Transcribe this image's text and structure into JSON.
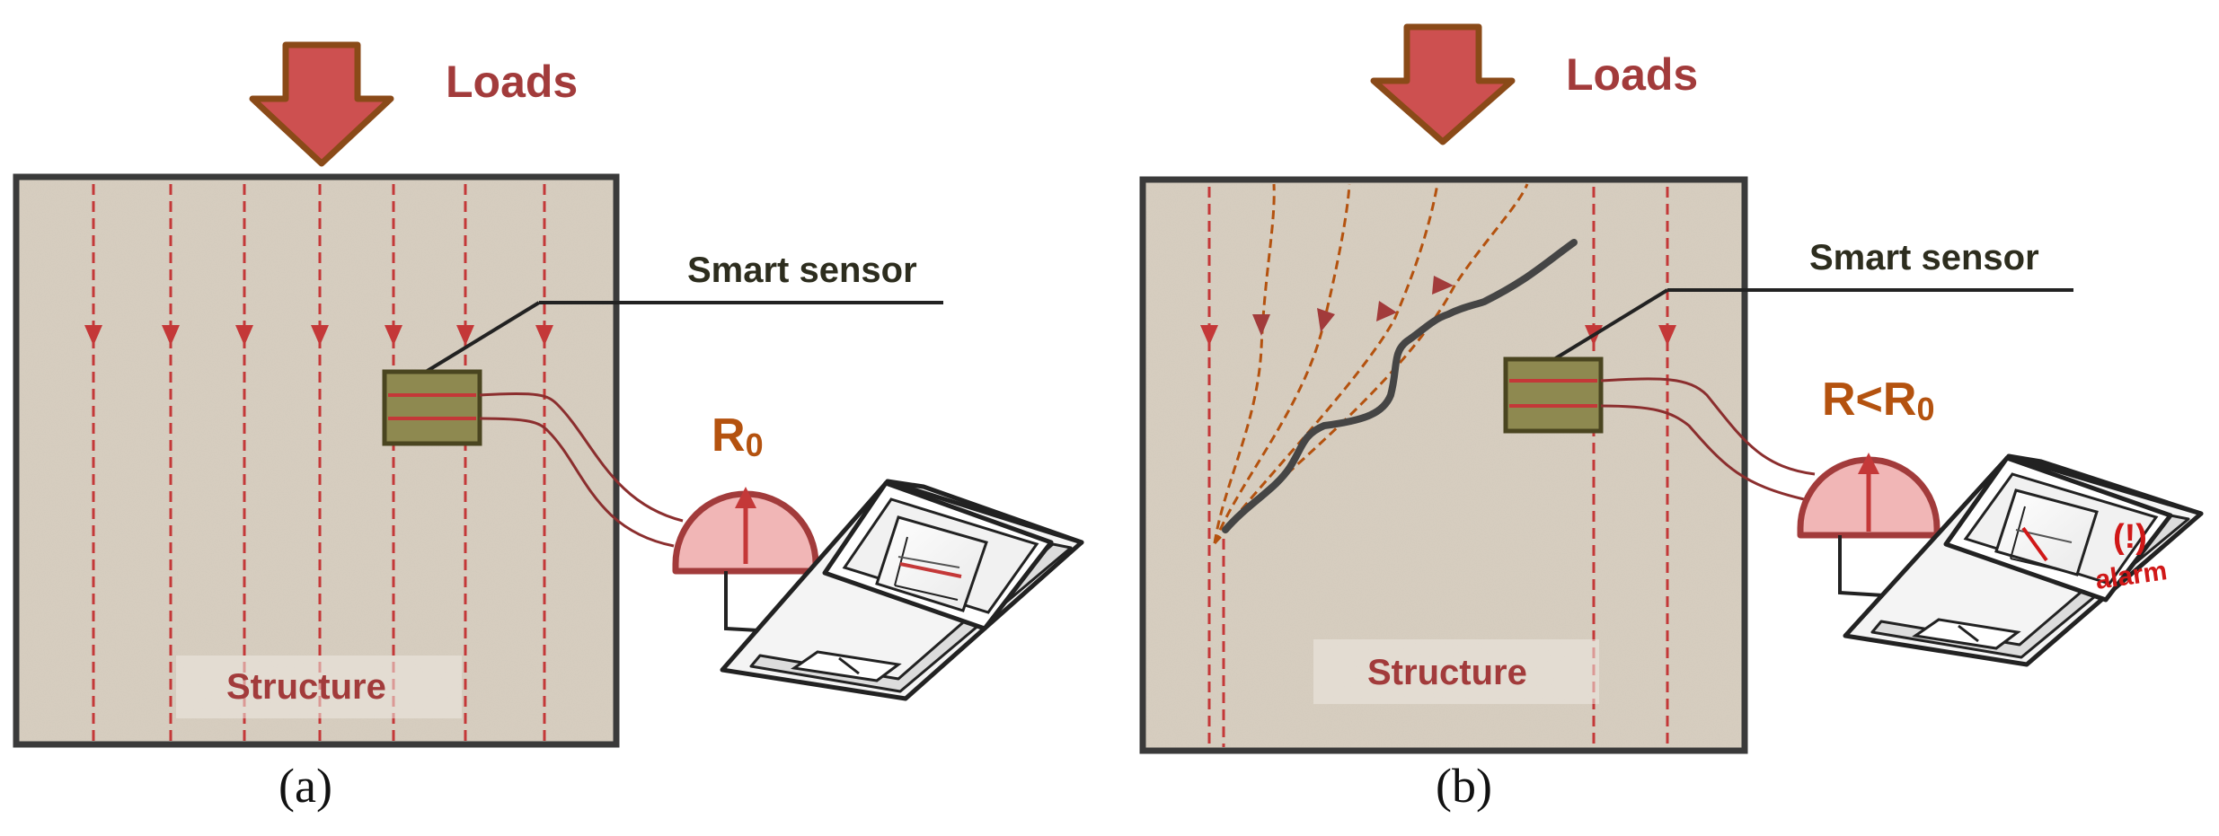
{
  "panel_a": {
    "loads_label": "Loads",
    "sensor_label": "Smart sensor",
    "structure_label": "Structure",
    "resistance_label": "R",
    "resistance_subscript": "0",
    "caption": "(a)"
  },
  "panel_b": {
    "loads_label": "Loads",
    "sensor_label": "Smart sensor",
    "structure_label": "Structure",
    "resistance_label": "R<R",
    "resistance_subscript": "0",
    "caption": "(b)",
    "alarm_symbol": "(!)",
    "alarm_label": "alarm"
  },
  "colors": {
    "concrete": "#d6cdbf",
    "structure_border": "#3a3a3a",
    "load_arrow": "#cd5050",
    "load_arrow_outline": "#8a4a18",
    "current_line": "#c43838",
    "deflected_line": "#b4520f",
    "crack": "#454545",
    "sensor_fill": "#8e8950",
    "meter_fill": "#f1b6b6",
    "meter_outline": "#a23b3b",
    "text_red": "#a23b3b",
    "text_orange": "#b4520f",
    "alarm": "#d01818"
  }
}
